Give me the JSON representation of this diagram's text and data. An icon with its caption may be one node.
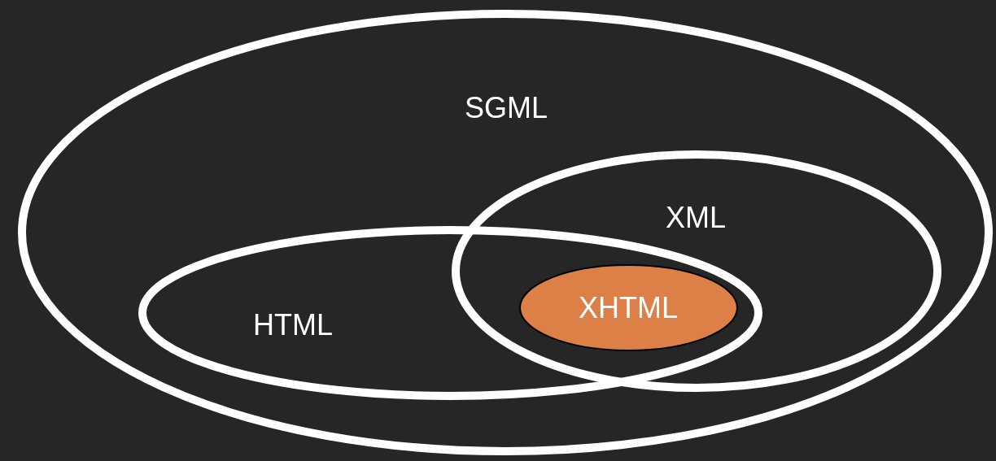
{
  "diagram": {
    "nodes": [
      {
        "text": [
          "SGML"
        ]
      },
      {
        "text": [
          "XML"
        ],
        "in": 0
      },
      {
        "text": [
          "HTML"
        ],
        "in": 0
      },
      {
        "text": [
          "XHTML"
        ]
      }
    ],
    "edges": []
  }
}
